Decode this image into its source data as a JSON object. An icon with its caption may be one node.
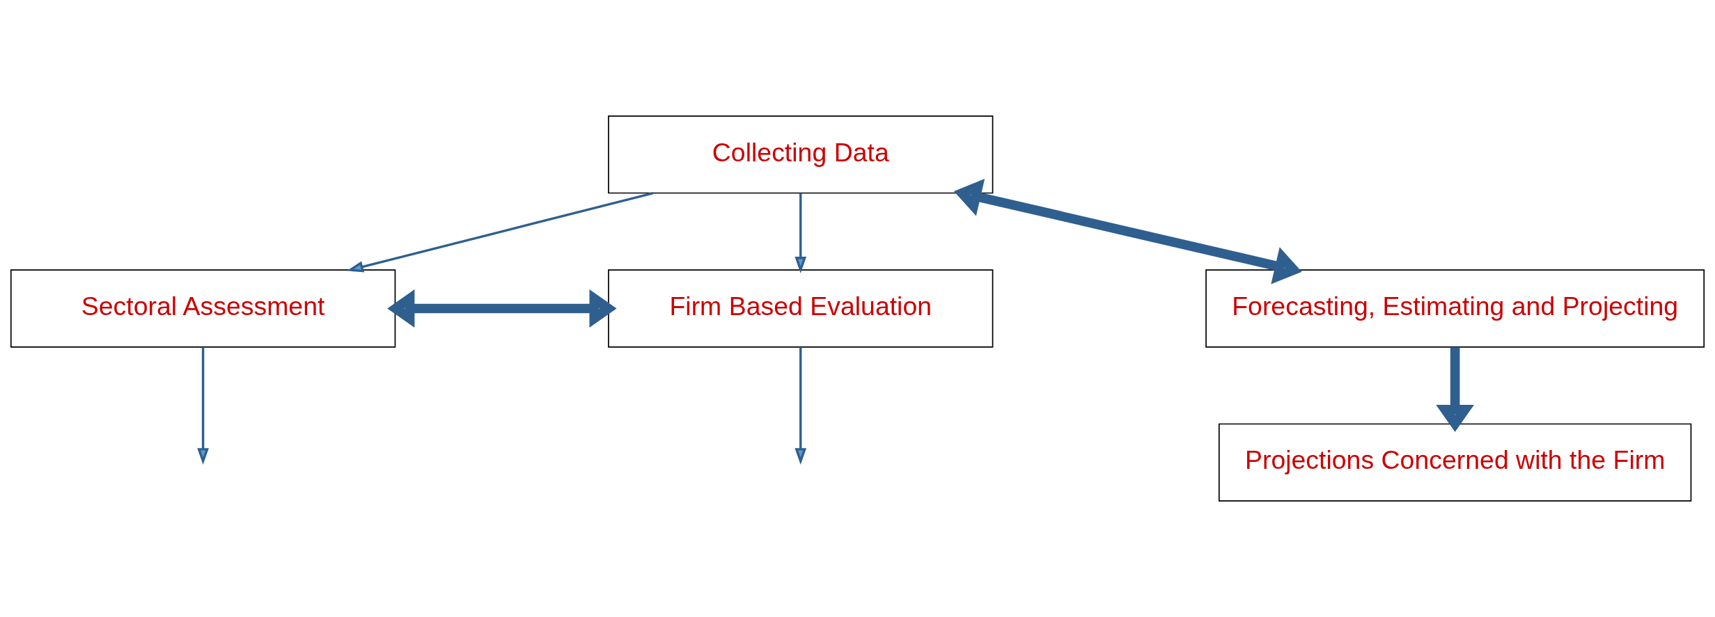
{
  "diagram": {
    "nodes": [
      {
        "text": [
          "Collecting Data"
        ]
      },
      {
        "text": [
          "Sectoral Assessment"
        ]
      },
      {
        "text": [
          "Firm Based Evaluation"
        ]
      },
      {
        "text": [
          "Forecasting, Estimating and Projecting"
        ]
      },
      {
        "text": [
          "Projections Concerned with the Firm"
        ]
      }
    ],
    "edges": [
      {
        "from": 0,
        "to": 1,
        "arrow": "to"
      },
      {
        "from": 0,
        "to": 2,
        "arrow": "to"
      },
      {
        "from": 1,
        "to": null,
        "arrow": "to"
      },
      {
        "from": 2,
        "to": null,
        "arrow": "to"
      },
      {
        "from": 1,
        "to": 2,
        "arrow": "both",
        "style": "thick"
      },
      {
        "from": 0,
        "to": 3,
        "arrow": "both",
        "style": "thick"
      },
      {
        "from": 3,
        "to": 4,
        "arrow": "to",
        "style": "thick"
      }
    ]
  }
}
